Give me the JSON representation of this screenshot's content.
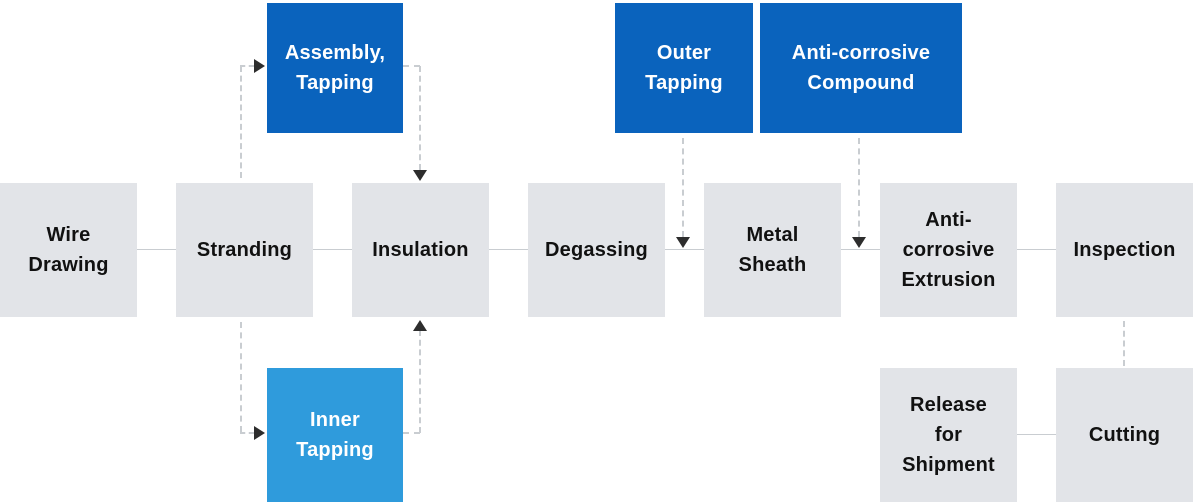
{
  "diagram": {
    "type": "flowchart",
    "colors": {
      "primary_blue": "#0A63BD",
      "light_blue": "#2F9BDC",
      "box_gray": "#E2E4E8",
      "line_gray": "#C9CDD1",
      "arrow_dark": "#2D2D2D",
      "text_dark": "#111111",
      "text_white": "#FFFFFF"
    },
    "main_flow": [
      {
        "id": "wire-drawing",
        "label": "Wire Drawing"
      },
      {
        "id": "stranding",
        "label": "Stranding"
      },
      {
        "id": "insulation",
        "label": "Insulation"
      },
      {
        "id": "degassing",
        "label": "Degassing"
      },
      {
        "id": "metal-sheath",
        "label": "Metal Sheath"
      },
      {
        "id": "anti-corrosive-extrusion",
        "label": "Anti-corrosive Extrusion"
      },
      {
        "id": "inspection",
        "label": "Inspection"
      }
    ],
    "top_boxes": [
      {
        "id": "assembly-tapping",
        "label": "Assembly, Tapping",
        "style": "dark-blue"
      },
      {
        "id": "outer-tapping",
        "label": "Outer Tapping",
        "style": "dark-blue"
      },
      {
        "id": "anti-corrosive-compound",
        "label": "Anti-corrosive Compound",
        "style": "dark-blue"
      }
    ],
    "bottom_boxes": [
      {
        "id": "inner-tapping",
        "label": "Inner Tapping",
        "style": "light-blue"
      },
      {
        "id": "release-for-shipment",
        "label": "Release for Shipment",
        "style": "gray"
      },
      {
        "id": "cutting",
        "label": "Cutting",
        "style": "gray"
      }
    ],
    "connections": [
      {
        "from": "wire-drawing",
        "to": "stranding",
        "style": "solid"
      },
      {
        "from": "stranding",
        "to": "insulation",
        "style": "solid"
      },
      {
        "from": "insulation",
        "to": "degassing",
        "style": "solid"
      },
      {
        "from": "degassing",
        "to": "metal-sheath",
        "style": "solid"
      },
      {
        "from": "metal-sheath",
        "to": "anti-corrosive-extrusion",
        "style": "solid"
      },
      {
        "from": "anti-corrosive-extrusion",
        "to": "inspection",
        "style": "solid"
      },
      {
        "from": "stranding",
        "to": "assembly-tapping",
        "style": "dashed-arrow"
      },
      {
        "from": "assembly-tapping",
        "to": "insulation",
        "style": "dashed-arrow"
      },
      {
        "from": "stranding",
        "to": "inner-tapping",
        "style": "dashed-arrow"
      },
      {
        "from": "inner-tapping",
        "to": "insulation",
        "style": "dashed-arrow"
      },
      {
        "from": "outer-tapping",
        "inserts_between": [
          "degassing",
          "metal-sheath"
        ],
        "style": "dashed-arrow"
      },
      {
        "from": "anti-corrosive-compound",
        "inserts_between": [
          "metal-sheath",
          "anti-corrosive-extrusion"
        ],
        "style": "dashed-arrow"
      },
      {
        "from": "inspection",
        "to": "cutting",
        "style": "dashed"
      },
      {
        "from": "cutting",
        "to": "release-for-shipment",
        "style": "solid"
      }
    ]
  }
}
